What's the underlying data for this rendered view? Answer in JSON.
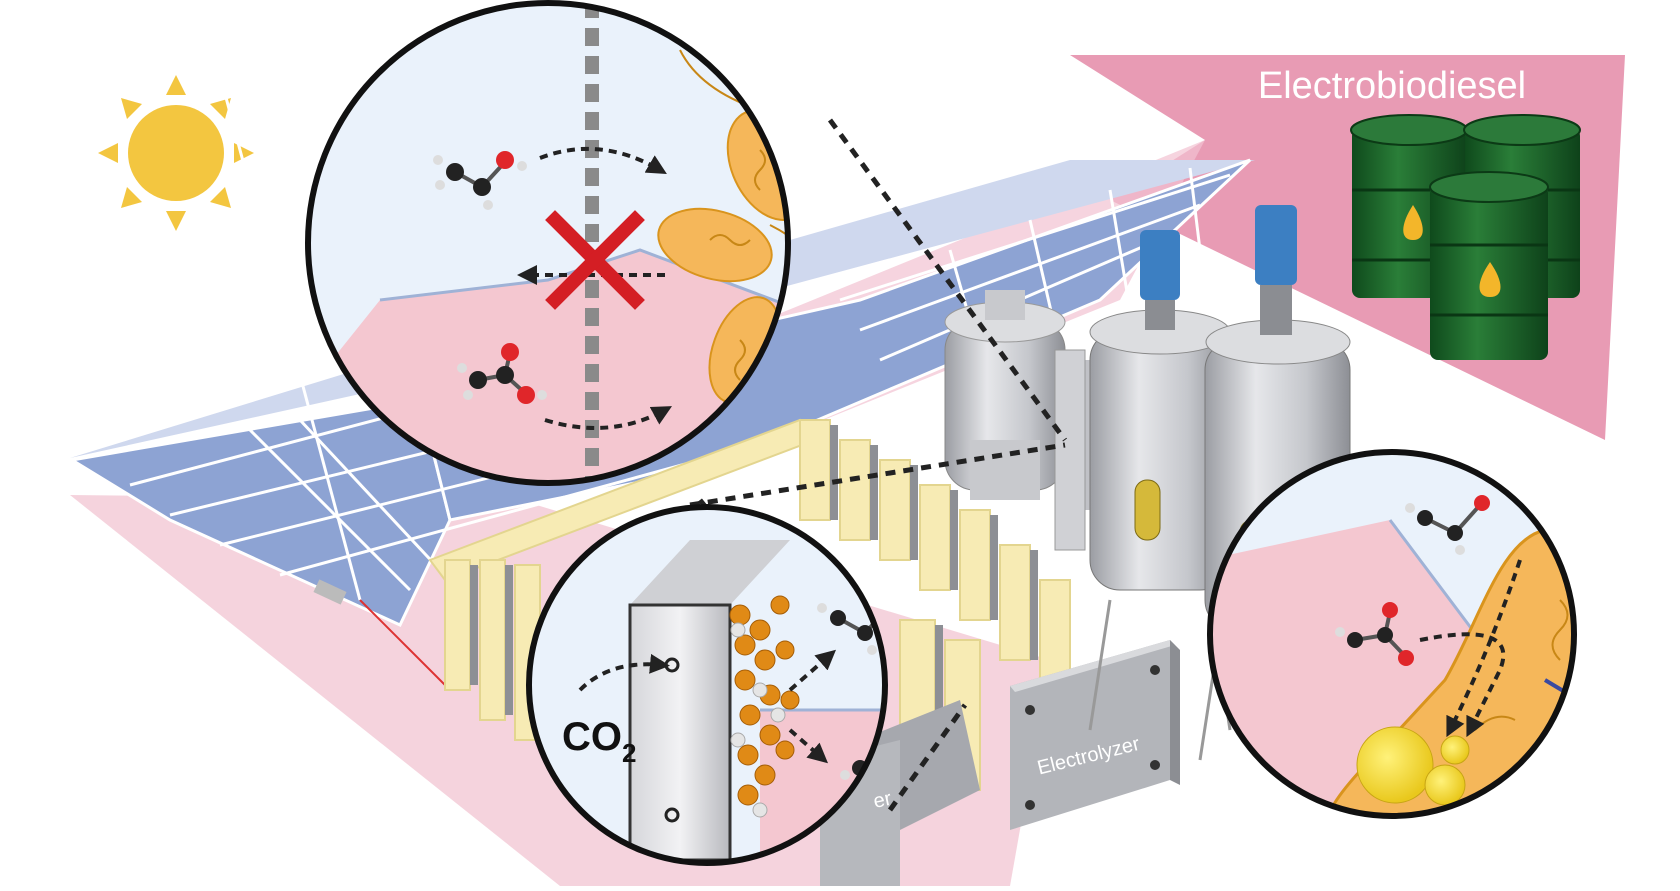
{
  "labels": {
    "product": "Electrobiodiesel",
    "electrolyzer_front": "Electrolyzer",
    "electrolyzer_back_fragment": "er",
    "co2_main": "CO",
    "co2_sub": "2"
  },
  "icons": [
    "sun-icon",
    "oil-drop-icon",
    "blocked-transport-x-icon",
    "arrow-icon"
  ],
  "colors": {
    "sky": "#eaf2fb",
    "pink": "#e9a9bf",
    "product_arrow": "#e48aa7",
    "solar_blue": "#8da3d3",
    "bacteria": "#f5b75a",
    "barrel_green": "#1e6a2c",
    "sun": "#f3c640",
    "block_x": "#d41e24"
  }
}
